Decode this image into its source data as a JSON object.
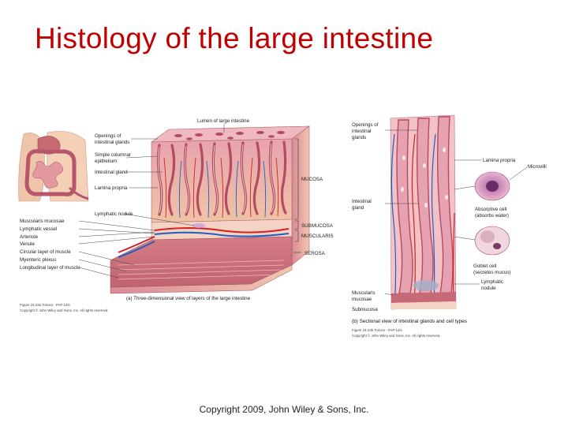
{
  "slide": {
    "title": "Histology of the large intestine",
    "footer": "Copyright 2009, John Wiley & Sons, Inc."
  },
  "figure_a": {
    "top_label": "Lumen of large intestine",
    "left_labels_top": [
      "Openings of",
      "intestinal glands",
      "Simple columnar",
      "epithelium",
      "Intestinal gland",
      "Lamina propria"
    ],
    "lymphatic_nodule": "Lymphatic nodule",
    "left_labels_bottom": [
      "Muscularis mucosae",
      "Lymphatic vessel",
      "Arteriole",
      "Venule",
      "Circular layer of muscle",
      "Myenteric plexus",
      "Longitudinal layer of muscle"
    ],
    "layers": [
      "MUCOSA",
      "SUBMUCOSA",
      "MUSCULARIS",
      "SEROSA"
    ],
    "caption": "(a) Three-dimensional view of layers of the large intestine",
    "credit_line1": "Figure 24.23a  Tortora - PAP 12/e",
    "credit_line2": "Copyright © John Wiley and Sons, Inc. All rights reserved."
  },
  "figure_b": {
    "openings": [
      "Openings of",
      "intestinal",
      "glands"
    ],
    "lamina_propria": "Lamina propria",
    "microvilli": "Microvilli",
    "intestinal_gland": [
      "Intestinal",
      "gland"
    ],
    "absorptive_cell": [
      "Absorptive cell",
      "(absorbs water)"
    ],
    "goblet_cell": [
      "Goblet cell",
      "(secretes mucus)"
    ],
    "lymphatic_nodule": [
      "Lymphatic",
      "nodule"
    ],
    "muscularis_mucosae": [
      "Muscularis",
      "mucosae"
    ],
    "submucosa": "Submucosa",
    "caption": "(b) Sectional view of intestinal glands and cell types",
    "credit_line1": "Figure 24.23b  Tortora - PAP 12/e",
    "credit_line2": "Copyright © John Wiley and Sons, Inc. All rights reserved."
  },
  "colors": {
    "title": "#c00000",
    "mucosa": "#e8a0a8",
    "gland": "#c45c70",
    "artery": "#d42020",
    "vein": "#2060c0",
    "muscle": "#d07880",
    "serosa": "#f0c8c0"
  }
}
